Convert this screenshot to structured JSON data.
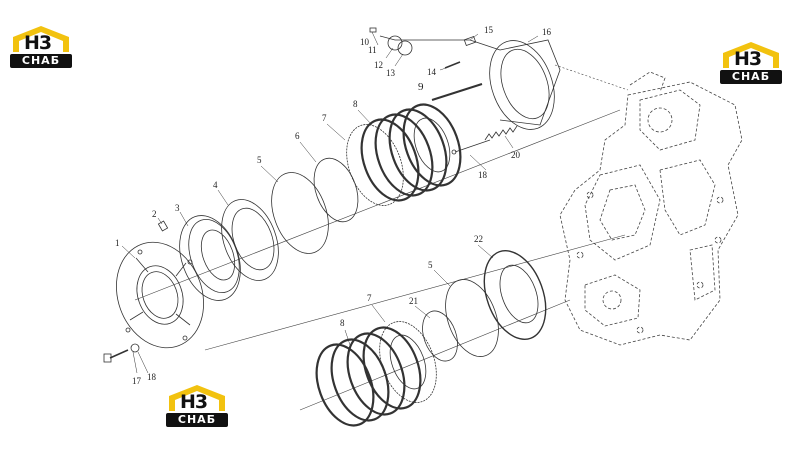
{
  "colors": {
    "logo_yellow": "#f2c20f",
    "logo_black": "#111111",
    "line": "#333333"
  },
  "logo": {
    "mark": "H3",
    "badge": "СНАБ"
  },
  "callouts": {
    "c1": "1",
    "c2": "2",
    "c3": "3",
    "c4": "4",
    "c5a": "5",
    "c5b": "5",
    "c6": "6",
    "c7a": "7",
    "c7b": "7",
    "c8a": "8",
    "c8b": "8",
    "c9": "9",
    "c10": "10",
    "c11": "11",
    "c12": "12",
    "c13": "13",
    "c14": "14",
    "c15": "15",
    "c16": "16",
    "c17": "17",
    "c18a": "18",
    "c18b": "18",
    "c20": "20",
    "c21": "21",
    "c22": "22"
  }
}
